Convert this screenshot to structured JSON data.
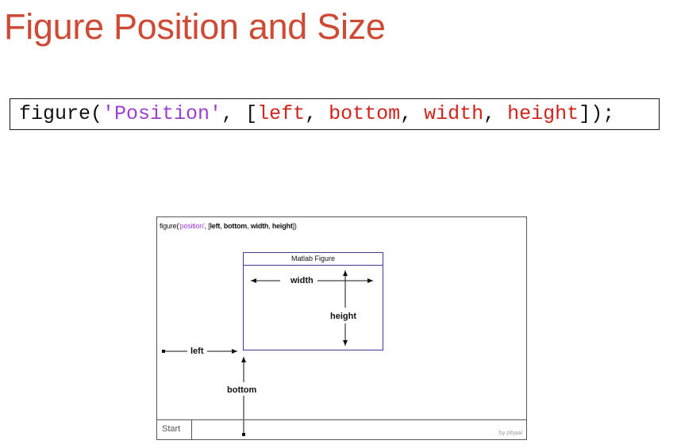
{
  "title": "Figure Position and Size",
  "code": {
    "prefix": "figure(",
    "string": "'Position'",
    "sep1": ", [",
    "left": "left",
    "c1": ", ",
    "bottom": "bottom",
    "c2": ", ",
    "width": "width",
    "c3": ", ",
    "height": "height",
    "suffix": "]);"
  },
  "diagram": {
    "caption": {
      "prefix": "figure(",
      "string": "'position'",
      "sep1": ", [",
      "left": "left",
      "c1": ", ",
      "bottom": "bottom",
      "c2": ", ",
      "width": "width",
      "c3": ", ",
      "height": "height",
      "suffix": "])"
    },
    "window_title": "Matlab Figure",
    "width_label": "width",
    "height_label": "height",
    "left_label": "left",
    "bottom_label": "bottom",
    "start_label": "Start",
    "credit": "by zihjaal"
  },
  "colors": {
    "title": "#cf4a35",
    "string": "#9b3fcf",
    "argument": "#d0241c",
    "window_border": "#3b3b9a"
  }
}
